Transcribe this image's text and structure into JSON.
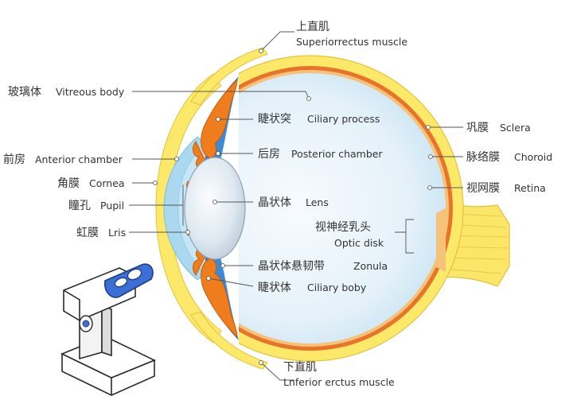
{
  "labels": {
    "superior_rectus": {
      "zh": "上直肌",
      "en": "Superiorrectus muscle"
    },
    "vitreous_body": {
      "zh": "玻璃体",
      "en": "Vitreous body"
    },
    "ciliary_process": {
      "zh": "睫状突",
      "en": "Ciliary process"
    },
    "posterior_chamber": {
      "zh": "后房",
      "en": "Posterior chamber"
    },
    "anterior_chamber": {
      "zh": "前房",
      "en": "Anterior chamber"
    },
    "cornea": {
      "zh": "角膜",
      "en": "Cornea"
    },
    "pupil": {
      "zh": "瞳孔",
      "en": "Pupil"
    },
    "lens": {
      "zh": "晶状体",
      "en": "Lens"
    },
    "iris": {
      "zh": "虹膜",
      "en": "Lris"
    },
    "optic_disk": {
      "zh": "视神经乳头",
      "en": "Optic disk"
    },
    "zonula": {
      "zh": "晶状体悬韧带",
      "en": "Zonula"
    },
    "ciliary_body": {
      "zh": "睫状体",
      "en": "Ciliary boby"
    },
    "inferior_rectus": {
      "zh": "下直肌",
      "en": "Lnferior erctus muscle"
    },
    "sclera": {
      "zh": "巩膜",
      "en": "Sclera"
    },
    "choroid": {
      "zh": "脉络膜",
      "en": "Choroid"
    },
    "retina": {
      "zh": "视网膜",
      "en": "Retina"
    }
  },
  "colors": {
    "sclera": "#fce96a",
    "sclera_outline": "#e8c53a",
    "choroid": "#e8742a",
    "retina": "#f7c77a",
    "vitreous": "#e6f3fb",
    "vitreous_edge": "#bcdff2",
    "cornea": "#a6d6ee",
    "ciliary": "#ef7d1e",
    "iris_blue": "#2f7fd1",
    "lens": "#d9e6ef",
    "optic_nerve": "#fbe66a"
  },
  "icons": [
    "eye-model-icon",
    "anatomy-diagram-icon"
  ]
}
